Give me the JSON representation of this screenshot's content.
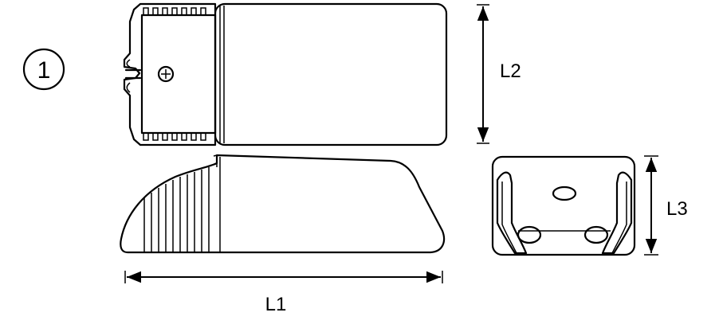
{
  "figure_number": "1",
  "dimensions": {
    "length": "L1",
    "width": "L2",
    "height": "L3"
  },
  "colors": {
    "line": "#000000",
    "background": "#ffffff"
  }
}
